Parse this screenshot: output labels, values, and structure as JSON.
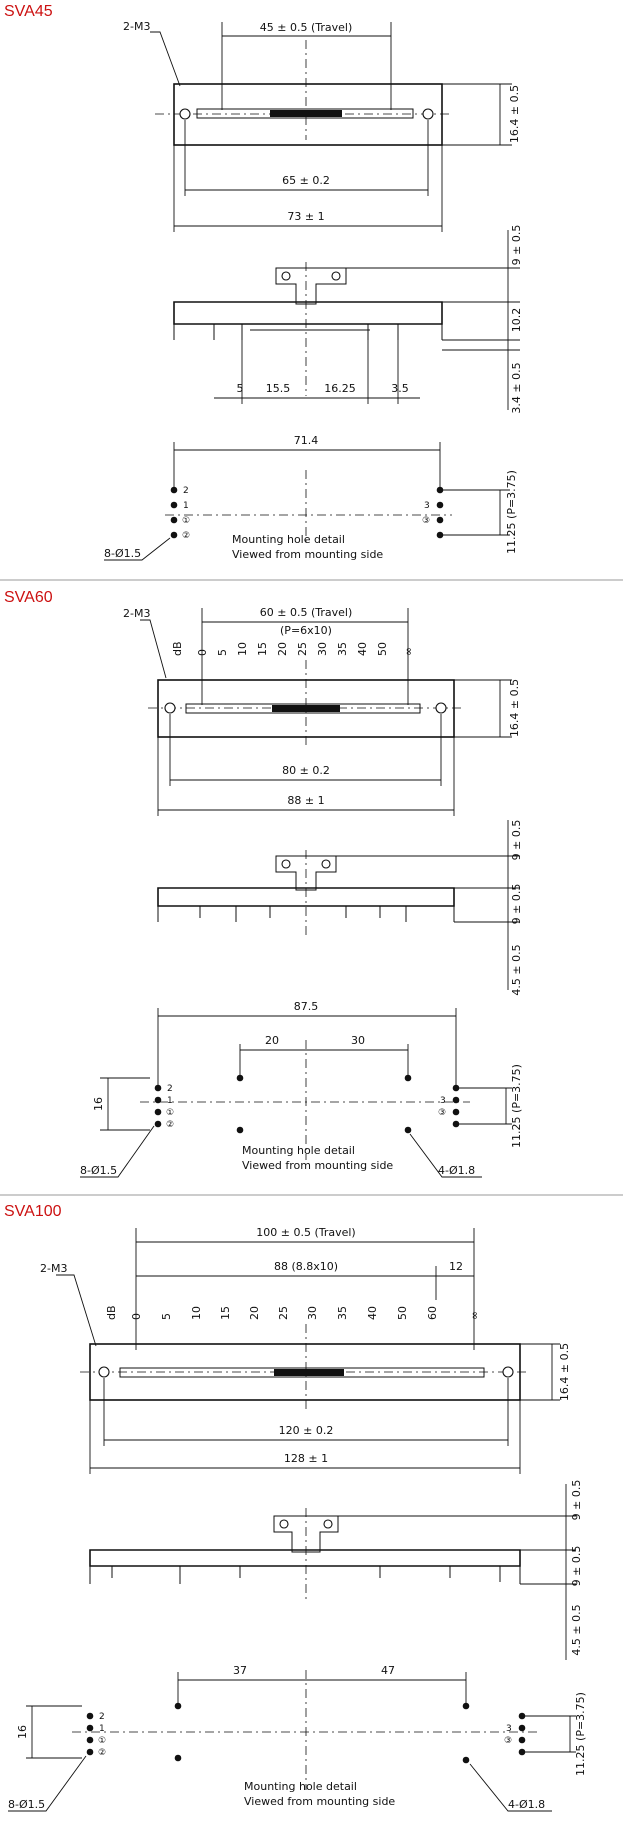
{
  "sections": [
    {
      "id": "sva45",
      "title": "SVA45",
      "mount_label": "2-M3",
      "travel": "45 ± 0.5  (Travel)",
      "height": "16.4 ± 0.5",
      "hole_pitch": "65 ± 0.2",
      "length": "73 ± 1",
      "side_top": "9 ± 0.5",
      "side_mid": "10.2",
      "side_bot": "3.4 ± 0.5",
      "pin_dims": [
        "5",
        "15.5",
        "16.25",
        "3.5"
      ],
      "terminal_span": "71.4",
      "pitch_note": "11.25 (P=3.75)",
      "hole_dia": "8-Ø1.5",
      "pins": [
        "2",
        "1",
        "①",
        "②",
        "3",
        "③"
      ],
      "note1": "Mounting hole detail",
      "note2": "Viewed from mounting side"
    },
    {
      "id": "sva60",
      "title": "SVA60",
      "mount_label": "2-M3",
      "travel": "60 ± 0.5  (Travel)",
      "pitch": "(P=6x10)",
      "scale": [
        "dB",
        "0",
        "5",
        "10",
        "15",
        "20",
        "25",
        "30",
        "35",
        "40",
        "50",
        "∞"
      ],
      "height": "16.4 ± 0.5",
      "hole_pitch": "80 ± 0.2",
      "length": "88 ± 1",
      "side_top": "9 ± 0.5",
      "side_mid": "9 ± 0.5",
      "side_bot": "4.5 ± 0.5",
      "terminal_span": "87.5",
      "left_dim": "20",
      "right_dim": "30",
      "vert_dim": "16",
      "pitch_note": "11.25 (P=3.75)",
      "hole_dia": "8-Ø1.5",
      "hole_dia2": "4-Ø1.8",
      "pins": [
        "2",
        "1",
        "①",
        "②",
        "3",
        "③"
      ],
      "note1": "Mounting hole detail",
      "note2": "Viewed from mounting side"
    },
    {
      "id": "sva100",
      "title": "SVA100",
      "mount_label": "2-M3",
      "travel": "100 ± 0.5  (Travel)",
      "pitch": "88  (8.8x10)",
      "end_dim": "12",
      "scale": [
        "dB",
        "0",
        "5",
        "10",
        "15",
        "20",
        "25",
        "30",
        "35",
        "40",
        "50",
        "60",
        "∞"
      ],
      "height": "16.4 ± 0.5",
      "hole_pitch": "120 ± 0.2",
      "length": "128 ± 1",
      "side_top": "9 ± 0.5",
      "side_mid": "9 ± 0.5",
      "side_bot": "4.5 ± 0.5",
      "left_dim": "37",
      "right_dim": "47",
      "vert_dim": "16",
      "pitch_note": "11.25 (P=3.75)",
      "hole_dia": "8-Ø1.5",
      "hole_dia2": "4-Ø1.8",
      "pins": [
        "2",
        "1",
        "①",
        "②",
        "3",
        "③"
      ],
      "note1": "Mounting hole detail",
      "note2": "Viewed from mounting side"
    }
  ]
}
